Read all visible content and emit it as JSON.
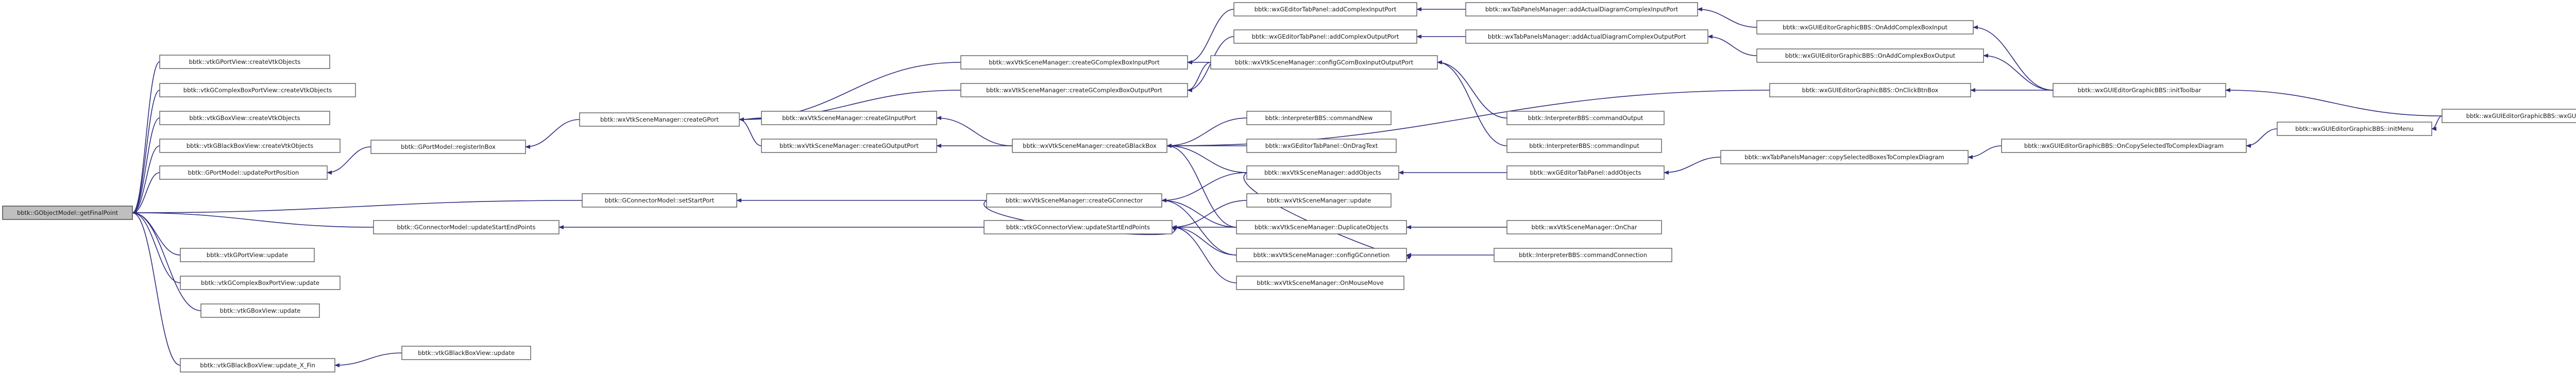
{
  "nodes": {
    "root": "bbtk::GObjectModel::getFinalPoint",
    "v_cport": "bbtk::vtkGPortView::createVtkObjects",
    "v_ccbport": "bbtk::vtkGComplexBoxPortView::createVtkObjects",
    "v_cbox": "bbtk::vtkGBoxView::createVtkObjects",
    "v_cbb": "bbtk::vtkGBlackBoxView::createVtkObjects",
    "gport_upd": "bbtk::GPortModel::updatePortPosition",
    "gport_reg": "bbtk::GPortModel::registerInBox",
    "sm_createGPort": "bbtk::wxVtkSceneManager::createGPort",
    "sm_createGInPort": "bbtk::wxVtkSceneManager::createGInputPort",
    "sm_createGOutPort": "bbtk::wxVtkSceneManager::createGOutputPort",
    "sm_createCBInPort": "bbtk::wxVtkSceneManager::createGComplexBoxInputPort",
    "sm_createCBOutPort": "bbtk::wxVtkSceneManager::createGComplexBoxOutputPort",
    "sm_createGBB": "bbtk::wxVtkSceneManager::createGBlackBox",
    "etp_addCIn": "bbtk::wxGEditorTabPanel::addComplexInputPort",
    "etp_addCOut": "bbtk::wxGEditorTabPanel::addComplexOutputPort",
    "sm_configCBIO": "bbtk::wxVtkSceneManager::configGComBoxInputOutputPort",
    "tpm_addCIn": "bbtk::wxTabPanelsManager::addActualDiagramComplexInputPort",
    "tpm_addCOut": "bbtk::wxTabPanelsManager::addActualDiagramComplexOutputPort",
    "gui_onAddCIn": "bbtk::wxGUIEditorGraphicBBS::OnAddComplexBoxInput",
    "gui_onAddCOut": "bbtk::wxGUIEditorGraphicBBS::OnAddComplexBoxOutput",
    "gui_onClickBtn": "bbtk::wxGUIEditorGraphicBBS::OnClickBtnBox",
    "gui_initToolbar": "bbtk::wxGUIEditorGraphicBBS::initToolbar",
    "gui_ctor": "bbtk::wxGUIEditorGraphicBBS::wxGUIEditorGraphicBBS",
    "interp_cmdOut": "bbtk::InterpreterBBS::commandOutput",
    "interp_cmdNew": "bbtk::InterpreterBBS::commandNew",
    "interp_cmdIn": "bbtk::InterpreterBBS::commandInput",
    "etp_onDrag": "bbtk::wxGEditorTabPanel::OnDragText",
    "sm_addObjects": "bbtk::wxVtkSceneManager::addObjects",
    "etp_addObjects": "bbtk::wxGEditorTabPanel::addObjects",
    "tpm_copySel": "bbtk::wxTabPanelsManager::copySelectedBoxesToComplexDiagram",
    "gui_onCopySel": "bbtk::wxGUIEditorGraphicBBS::OnCopySelectedToComplexDiagram",
    "gui_initMenu": "bbtk::wxGUIEditorGraphicBBS::initMenu",
    "gcm_setStart": "bbtk::GConnectorModel::setStartPort",
    "gcm_updStart": "bbtk::GConnectorModel::updateStartEndPoints",
    "sm_createGConn": "bbtk::wxVtkSceneManager::createGConnector",
    "vcv_updStart": "bbtk::vtkGConnectorView::updateStartEndPoints",
    "sm_update": "bbtk::wxVtkSceneManager::update",
    "sm_dupObjects": "bbtk::wxVtkSceneManager::DuplicateObjects",
    "sm_onChar": "bbtk::wxVtkSceneManager::OnChar",
    "sm_configGConn": "bbtk::wxVtkSceneManager::configGConnetion",
    "interp_cmdConn": "bbtk::InterpreterBBS::commandConnection",
    "sm_onMouseMove": "bbtk::wxVtkSceneManager::OnMouseMove",
    "v_port_upd": "bbtk::vtkGPortView::update",
    "v_cbport_upd": "bbtk::vtkGComplexBoxPortView::update",
    "v_box_upd": "bbtk::vtkGBoxView::update",
    "v_bb_updXFin": "bbtk::vtkGBlackBoxView::update_X_Fin",
    "v_bb_upd": "bbtk::vtkGBlackBoxView::update"
  }
}
